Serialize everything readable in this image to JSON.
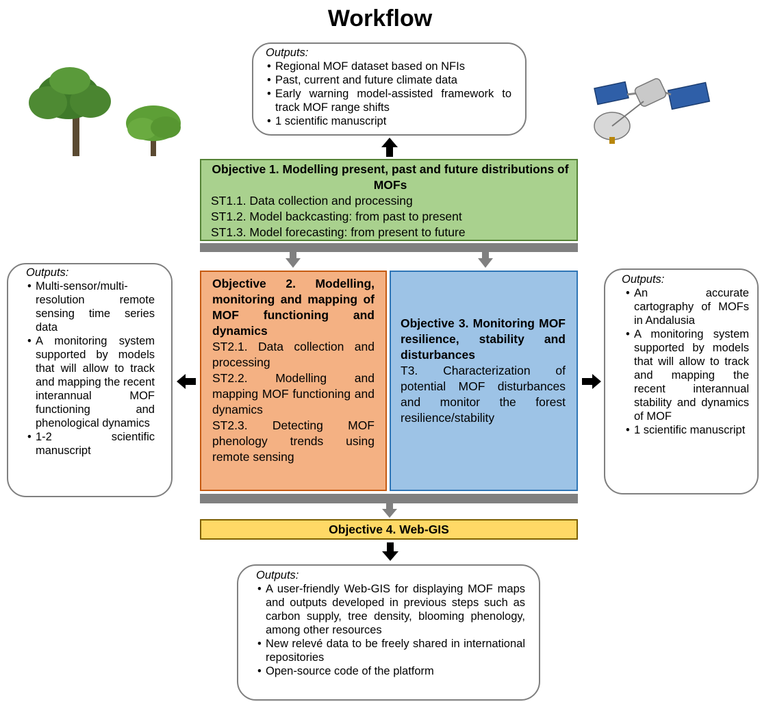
{
  "title": "Workflow",
  "outputs_label": "Outputs:",
  "top_outputs": [
    "Regional MOF dataset based on NFIs",
    "Past, current and future climate data",
    "Early warning model-assisted framework to track MOF range shifts",
    "1 scientific manuscript"
  ],
  "objective1": {
    "title": "Objective 1. Modelling present, past and future distributions of MOFs",
    "subtasks": [
      "ST1.1. Data collection and processing",
      "ST1.2. Model backcasting: from past to present",
      "ST1.3. Model forecasting: from present to future"
    ]
  },
  "objective2": {
    "title": "Objective 2. Modelling, monitoring and mapping of MOF functioning and dynamics",
    "subtasks": [
      "ST2.1. Data collection and processing",
      "ST2.2. Modelling and mapping MOF functioning and dynamics",
      "ST2.3. Detecting MOF phenology trends using remote sensing"
    ]
  },
  "objective3": {
    "title": "Objective 3. Monitoring MOF resilience, stability and disturbances",
    "task": "T3. Characterization of potential MOF disturbances and monitor the forest resilience/stability"
  },
  "objective4": {
    "title": "Objective 4. Web-GIS"
  },
  "left_outputs": [
    "Multi-sensor/multi-resolution remote sensing time series data",
    "A monitoring system supported by models that will allow to track and mapping the recent interannual MOF functioning and phenological dynamics",
    "1-2 scientific manuscript"
  ],
  "right_outputs": [
    "An accurate cartography of MOFs in Andalusia",
    "A monitoring system supported by models that will allow to track and mapping the recent interannual stability and dynamics of MOF",
    "1 scientific manuscript"
  ],
  "bottom_outputs": [
    "A user-friendly Web-GIS for displaying MOF maps and outputs developed in previous steps such as carbon supply, tree density, blooming phenology, among other resources",
    "New relevé data to be freely shared in international repositories",
    "Open-source code of the platform"
  ],
  "colors": {
    "objective1_fill": "#a9d18e",
    "objective1_border": "#548235",
    "objective2_fill": "#f4b183",
    "objective2_border": "#c55a11",
    "objective3_fill": "#9dc3e6",
    "objective3_border": "#2e75b6",
    "objective4_fill": "#ffd966",
    "objective4_border": "#7f6000",
    "connector": "#808080"
  },
  "icons": [
    "tree-icon",
    "satellite-icon"
  ]
}
